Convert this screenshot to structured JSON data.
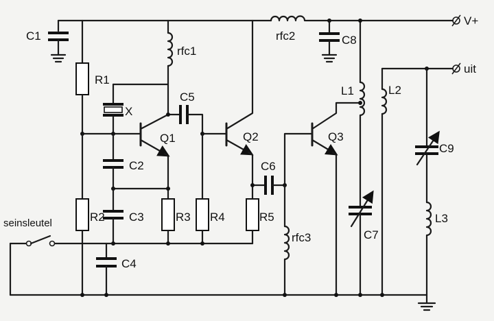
{
  "labels": {
    "vplus": "V+",
    "uit": "uit",
    "seinsleutel": "seinsleutel",
    "C1": "C1",
    "C2": "C2",
    "C3": "C3",
    "C4": "C4",
    "C5": "C5",
    "C6": "C6",
    "C7": "C7",
    "C8": "C8",
    "C9": "C9",
    "R1": "R1",
    "R2": "R2",
    "R3": "R3",
    "R4": "R4",
    "R5": "R5",
    "Q1": "Q1",
    "Q2": "Q2",
    "Q3": "Q3",
    "rfc1": "rfc1",
    "rfc2": "rfc2",
    "rfc3": "rfc3",
    "L1": "L1",
    "L2": "L2",
    "L3": "L3",
    "X": "X"
  }
}
